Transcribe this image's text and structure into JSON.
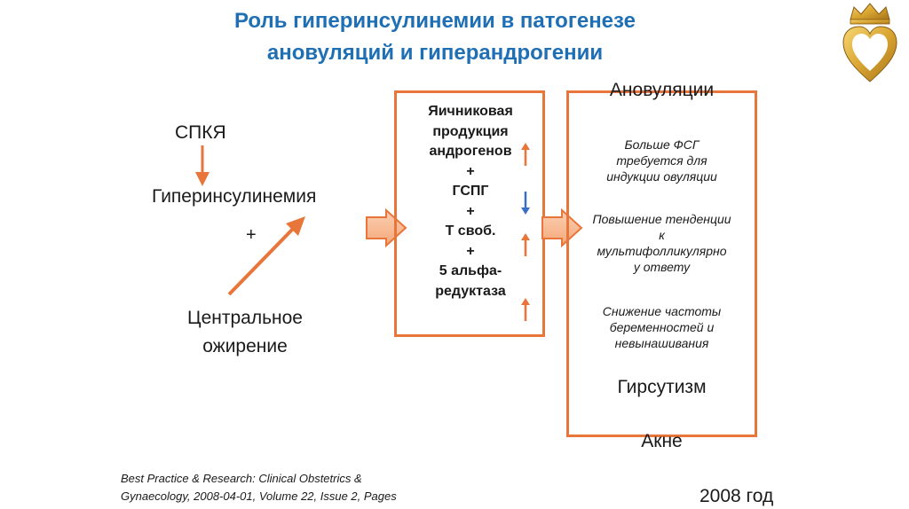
{
  "title": {
    "line1": "Роль гиперинсулинемии в патогенезе",
    "line2": "ановуляций и гиперандрогении"
  },
  "left": {
    "pcos": "СПКЯ",
    "hyperinsulinemia": "Гиперинсулинемия",
    "plus": "+",
    "obesity_line1": "Центральное",
    "obesity_line2": "ожирение"
  },
  "middle_box": {
    "lines": [
      "Яичниковая",
      "продукция",
      "андрогенов",
      "+",
      "ГСПГ",
      "+",
      "Т своб.",
      "+",
      "5 альфа-",
      "редуктаза"
    ],
    "arrow_directions": [
      "up",
      "down",
      "up",
      "up"
    ]
  },
  "right_box": {
    "heading": "Ановуляции",
    "effect1": [
      "Больше ФСГ",
      "требуется для",
      "индукции овуляции"
    ],
    "effect2": [
      "Повышение тенденции",
      "к",
      "мультифолликулярно",
      "у ответу"
    ],
    "effect3": [
      "Снижение частоты",
      "беременностей и",
      "невынашивания"
    ],
    "hirsutism": "Гирсутизм",
    "acne": "Акне"
  },
  "citation": {
    "line1": "Best Practice & Research: Clinical Obstetrics &",
    "line2": "Gynaecology, 2008-04-01, Volume 22, Issue 2, Pages"
  },
  "year": "2008 год",
  "colors": {
    "title": "#1f6fb5",
    "accent": "#e8753a",
    "down_arrow": "#3b6fc4"
  },
  "logo_icon": "crowned-heart-logo"
}
